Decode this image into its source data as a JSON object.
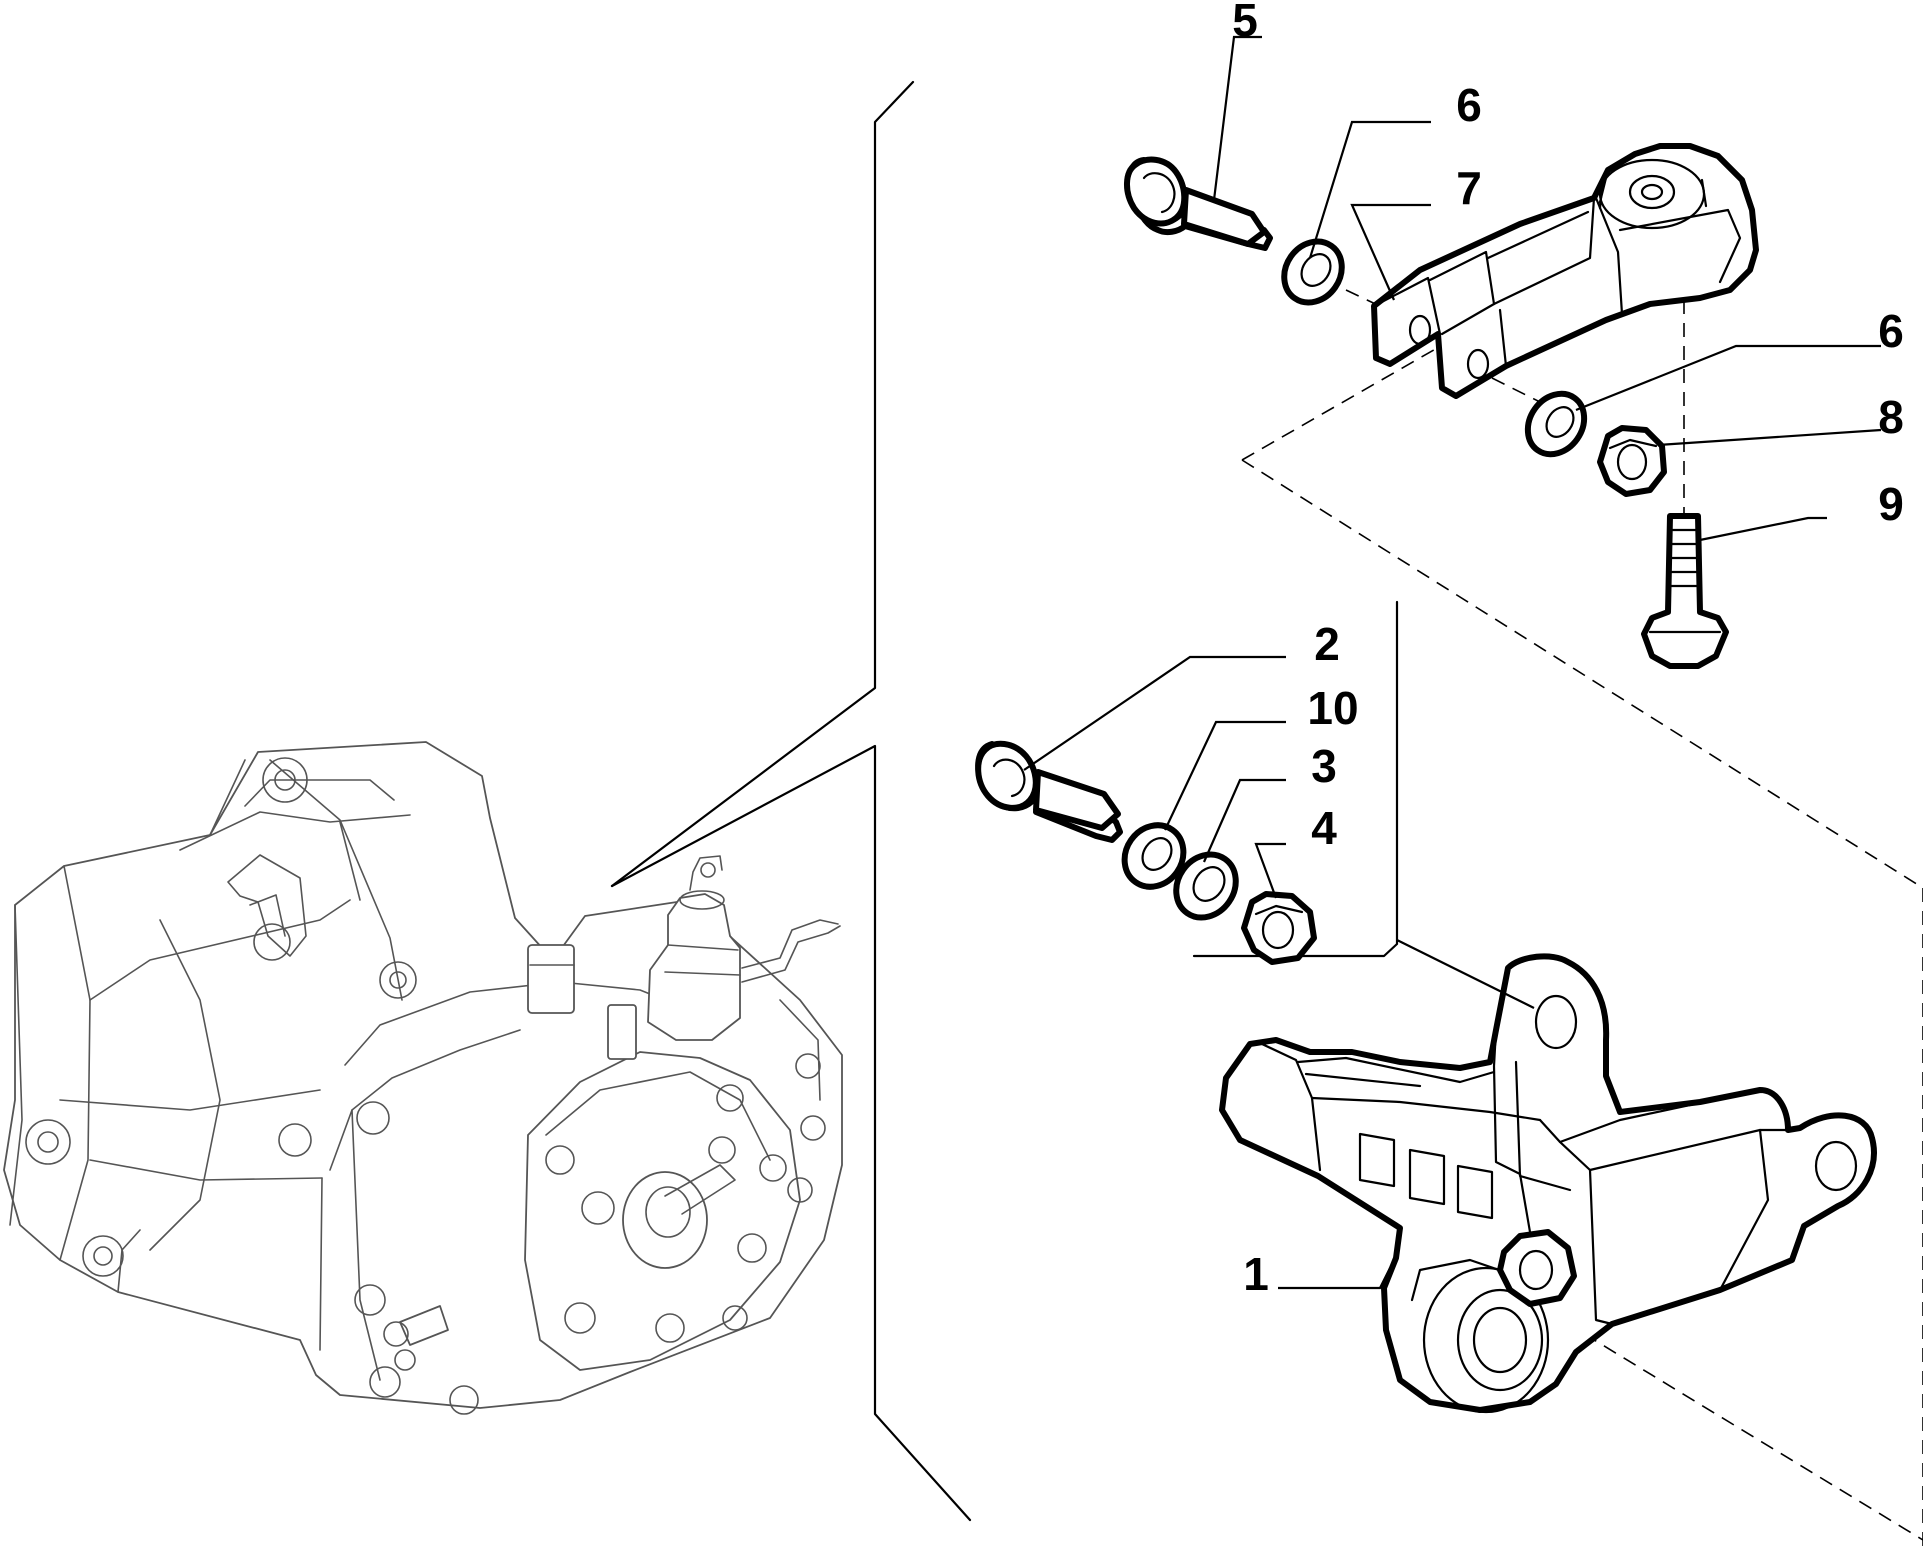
{
  "diagram": {
    "callouts": [
      {
        "id": "c1",
        "label": "1"
      },
      {
        "id": "c2",
        "label": "2"
      },
      {
        "id": "c3",
        "label": "3"
      },
      {
        "id": "c4",
        "label": "4"
      },
      {
        "id": "c5",
        "label": "5"
      },
      {
        "id": "c6a",
        "label": "6"
      },
      {
        "id": "c6b",
        "label": "6"
      },
      {
        "id": "c7",
        "label": "7"
      },
      {
        "id": "c8",
        "label": "8"
      },
      {
        "id": "c9",
        "label": "9"
      },
      {
        "id": "c10",
        "label": "10"
      }
    ]
  }
}
